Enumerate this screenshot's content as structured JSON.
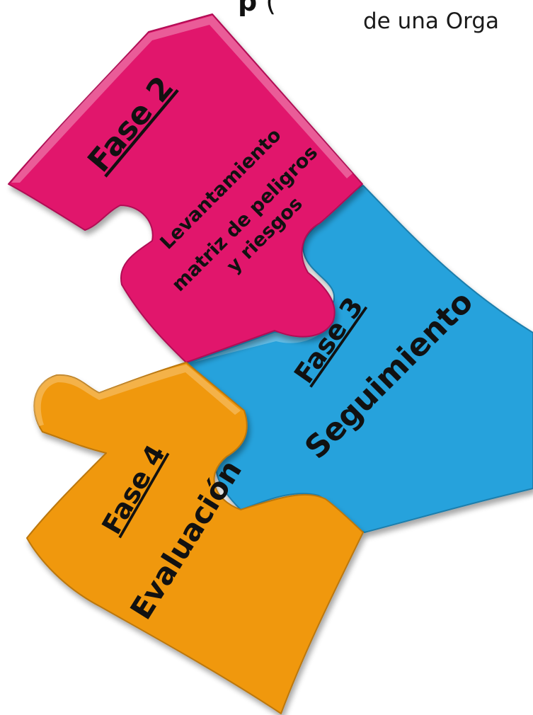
{
  "header": {
    "line1_bold": "p",
    "line1_rest": " (",
    "line2": "de una Orga"
  },
  "pieces": [
    {
      "fase": "Fase 2",
      "lines": [
        "Levantamiento",
        "matriz de peligros",
        "y riesgos"
      ],
      "color": "#e1156c"
    },
    {
      "fase": "Fase 3",
      "lines": [
        "Seguimiento"
      ],
      "color": "#27a2dc"
    },
    {
      "fase": "Fase 4",
      "lines": [
        "Evaluación"
      ],
      "color": "#f0980f"
    }
  ]
}
